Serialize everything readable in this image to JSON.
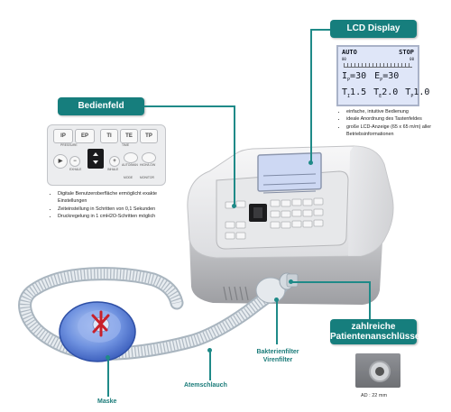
{
  "callouts": {
    "lcd": "LCD Display",
    "panel": "Bedienfeld",
    "ports_line1": "zahlreiche",
    "ports_line2": "Patientenanschlüsse"
  },
  "lcd_screen": {
    "mode": "AUTO",
    "stop": "STOP",
    "scale_left": "00",
    "scale_right": "00",
    "ip": "I",
    "ip_sub": "P",
    "ip_val": "=30",
    "ep": "E",
    "ep_sub": "P",
    "ep_val": "=30",
    "ti": "T",
    "ti_sub": "I",
    "ti_val": "1.5",
    "te": "T",
    "te_sub": "E",
    "te_val": "2.0",
    "tp": "T",
    "tp_sub": "P",
    "tp_val": "1.0"
  },
  "lcd_notes": [
    "einfache, intuitive Bedienung",
    "ideale Anordnung des Tastenfeldes",
    "große LCD-Anzeige (65 x 65 m/m) aller Betriebsinformationen"
  ],
  "panel_buttons": {
    "ip": "IP",
    "ep": "EP",
    "ti": "TI",
    "te": "TE",
    "tp": "TP",
    "label_pressure": "PRESSURE",
    "label_time": "TIME",
    "label_mode": "MODE",
    "label_auto": "AUTO/MAN",
    "label_high": "HIGH/LOW",
    "label_inhale": "INHALE",
    "label_exhale": "EXHALE",
    "label_monitor": "MONITOR"
  },
  "panel_notes": [
    "Digitale Benutzeroberfläche ermöglicht exakte Einstellungen",
    "Zeiteinstellung in Schritten von 0,1 Sekunden",
    "Druckregelung in 1 cmH2O-Schritten möglich"
  ],
  "labels": {
    "filter_line1": "Bakterienfilter",
    "filter_line2": "Virenfilter",
    "hose": "Atemschlauch",
    "mask": "Maske",
    "port_dim": "AD : 22 mm"
  },
  "colors": {
    "accent": "#167e7d",
    "lcd_bg": "#dfe6f8",
    "mask_blue": "#4f79d6",
    "mask_red": "#c8202a"
  }
}
